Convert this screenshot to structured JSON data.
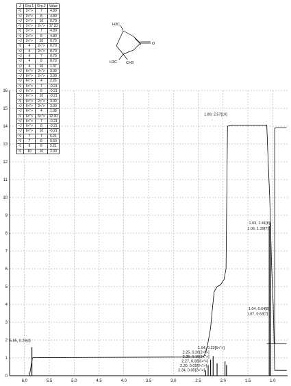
{
  "coupling_table": {
    "headers": [
      "J",
      "Grp.1",
      "Grp.2",
      "Value"
    ],
    "rows": [
      [
        "²J",
        "2<\">",
        "7",
        "4.80"
      ],
      [
        "⁴J",
        "2<\">",
        "8",
        "4.80"
      ],
      [
        "⁴J",
        "2<\">",
        "10",
        "0.70"
      ],
      [
        "²J",
        "2<\">",
        "2<\">",
        "17.20"
      ],
      [
        "³J",
        "2<\">",
        "7",
        "4.80"
      ],
      [
        "³J",
        "2<\">",
        "8",
        "4.80"
      ],
      [
        "⁴J",
        "2<\">",
        "10",
        "0.70"
      ],
      [
        "³J",
        "4",
        "2<\">",
        "0.70"
      ],
      [
        "⁴J",
        "4",
        "2<\">",
        "0.70"
      ],
      [
        "⁵J",
        "4",
        "7",
        "0.70"
      ],
      [
        "⁵J",
        "4",
        "8",
        "0.70"
      ],
      [
        "⁴J",
        "4",
        "10",
        "1.37"
      ],
      [
        "⁴J",
        "6<\">",
        "2<\">",
        "3.00"
      ],
      [
        "⁴J",
        "6<\">",
        "2<\">",
        "3.00"
      ],
      [
        "⁴J",
        "6<\">",
        "4",
        "2.26"
      ],
      [
        "²J",
        "6<\">",
        "7",
        "-0.21"
      ],
      [
        "⁴J",
        "6<\">",
        "8",
        "-0.21"
      ],
      [
        "⁴J",
        "6<\">",
        "10",
        "-0.21"
      ],
      [
        "²J",
        "6<\">",
        "2<\">",
        "3.00"
      ],
      [
        "⁴J",
        "6<\">",
        "2<\">",
        "3.00"
      ],
      [
        "⁴J",
        "6<\">",
        "4",
        "1.98"
      ],
      [
        "²J",
        "6<\">",
        "6<\">",
        "12.00"
      ],
      [
        "⁵J",
        "6<\">",
        "7",
        "-0.21"
      ],
      [
        "⁵J",
        "6<\">",
        "8",
        "-0.21"
      ],
      [
        "⁵J",
        "6<\">",
        "10",
        "-0.21"
      ],
      [
        "²J",
        "7",
        "7",
        "5.21"
      ],
      [
        "²J",
        "7",
        "8",
        "0.50"
      ],
      [
        "²J",
        "8",
        "8",
        "5.21"
      ],
      [
        "²J",
        "10",
        "10",
        "2.00"
      ]
    ]
  },
  "molecule": {
    "labels": [
      "H3C",
      "O",
      "H3C",
      "CH3"
    ]
  },
  "chart_data": {
    "type": "line",
    "title": "",
    "xlabel": "",
    "ylabel": "",
    "xlim": [
      6.3,
      0.7
    ],
    "ylim": [
      0,
      16
    ],
    "x_ticks": [
      "6.0",
      "5.5",
      "5.0",
      "4.5",
      "4.0",
      "3.5",
      "3.0",
      "2.5",
      "2.0",
      "1.5",
      "1.0"
    ],
    "y_ticks": [
      "0",
      "1",
      "2",
      "3",
      "4",
      "5",
      "6",
      "7",
      "8",
      "9",
      "10",
      "11",
      "12",
      "13",
      "14",
      "15",
      "16"
    ],
    "peaks": [
      {
        "x": 5.85,
        "height": 1.6
      },
      {
        "x": 2.35,
        "height": 0.3
      },
      {
        "x": 2.3,
        "height": 0.6
      },
      {
        "x": 2.25,
        "height": 0.9
      },
      {
        "x": 2.2,
        "height": 1.1
      },
      {
        "x": 2.12,
        "height": 0.7
      },
      {
        "x": 1.96,
        "height": 0.8
      },
      {
        "x": 1.93,
        "height": 0.6
      },
      {
        "x": 1.07,
        "height": 8.4
      },
      {
        "x": 1.04,
        "height": 8.6
      }
    ],
    "integral": [
      [
        6.25,
        0.0
      ],
      [
        5.9,
        0.0
      ],
      [
        5.87,
        0.5
      ],
      [
        5.84,
        1.0
      ],
      [
        5.8,
        1.02
      ],
      [
        2.4,
        1.05
      ],
      [
        2.35,
        1.3
      ],
      [
        2.3,
        1.9
      ],
      [
        2.25,
        2.7
      ],
      [
        2.22,
        3.6
      ],
      [
        2.18,
        4.7
      ],
      [
        2.12,
        5.0
      ],
      [
        2.05,
        5.1
      ],
      [
        1.98,
        5.4
      ],
      [
        1.94,
        6.0
      ],
      [
        1.91,
        14.0
      ],
      [
        1.8,
        14.05
      ],
      [
        1.55,
        14.05
      ],
      [
        1.12,
        14.05
      ],
      [
        1.09,
        12.0
      ],
      [
        1.06,
        10.0
      ],
      [
        1.04,
        8.0
      ],
      [
        1.02,
        6.0
      ],
      [
        0.99,
        4.0
      ],
      [
        0.96,
        0.3
      ],
      [
        0.72,
        0.3
      ]
    ],
    "integral_step": {
      "y_low": 1.0,
      "y_mid": 5.0,
      "y_high": 14.0,
      "right_low": 1.8,
      "right_high": 13.9
    },
    "annotations": [
      {
        "text": "5.85, 0.29[4]",
        "x": 5.85,
        "y": 1.9
      },
      {
        "text": "1.89, 2.57[10]",
        "x": 1.89,
        "y": 14.6
      },
      {
        "text": "1.03, 1.41[8]",
        "x": 1.03,
        "y": 8.5
      },
      {
        "text": "1.06, 1.39[7]",
        "x": 1.06,
        "y": 8.2
      },
      {
        "text": "1.04, 0.64[8]",
        "x": 1.04,
        "y": 3.7
      },
      {
        "text": "1.07, 0.63[7]",
        "x": 1.07,
        "y": 3.4
      },
      {
        "text": "1.94, 0.23[6<\">]",
        "x": 1.94,
        "y": 1.5
      },
      {
        "text": "2.25, 0.20[2<\">]",
        "x": 2.25,
        "y": 1.25
      },
      {
        "text": "2.25, 0.15[2<\">]",
        "x": 2.25,
        "y": 1.0
      },
      {
        "text": "2.27, 0.08[6<\">]",
        "x": 2.27,
        "y": 0.75
      },
      {
        "text": "2.30, 0.05[2<\">]",
        "x": 2.3,
        "y": 0.5
      },
      {
        "text": "2.34, 0.00[2<\">]",
        "x": 2.34,
        "y": 0.25
      }
    ]
  }
}
